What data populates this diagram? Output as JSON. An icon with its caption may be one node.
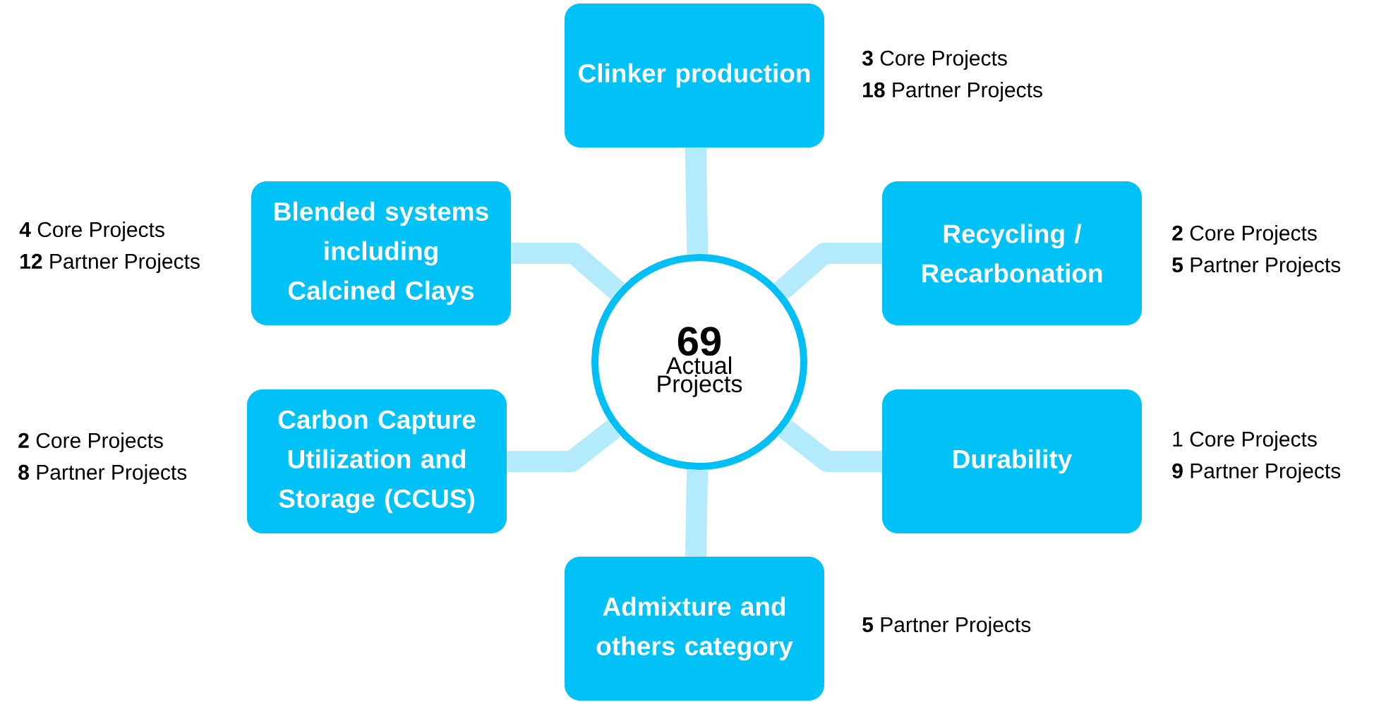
{
  "diagram": {
    "nodes": [
      {
        "text": [
          "Clinker production"
        ],
        "beside": [
          "**3** Core Projects",
          "**18** Partner Projects"
        ]
      },
      {
        "text": [
          "Blended systems including Calcined Clays"
        ],
        "beside": [
          "**4** Core Projects",
          "**12** Partner Projects"
        ]
      },
      {
        "text": [
          "Recycling / Recarbonation"
        ],
        "beside": [
          "**2** Core Projects",
          "**5** Partner Projects"
        ]
      },
      {
        "text": [
          "69",
          "Actual Projects"
        ]
      },
      {
        "text": [
          "Carbon Capture Utilization and Storage (CCUS)"
        ],
        "beside": [
          "**2** Core Projects",
          "**8** Partner Projects"
        ]
      },
      {
        "text": [
          "Durability"
        ],
        "beside": [
          "1 Core Projects",
          "**9** Partner Projects"
        ]
      },
      {
        "text": [
          "Admixture and others category"
        ],
        "beside": [
          "**5** Partner Projects"
        ]
      }
    ],
    "edges": [
      {
        "from": 3,
        "to": 0,
        "arrow": "none"
      },
      {
        "from": 3,
        "to": 1,
        "arrow": "none"
      },
      {
        "from": 3,
        "to": 2,
        "arrow": "none"
      },
      {
        "from": 3,
        "to": 4,
        "arrow": "none"
      },
      {
        "from": 3,
        "to": 5,
        "arrow": "none"
      },
      {
        "from": 3,
        "to": 6,
        "arrow": "none"
      }
    ]
  }
}
